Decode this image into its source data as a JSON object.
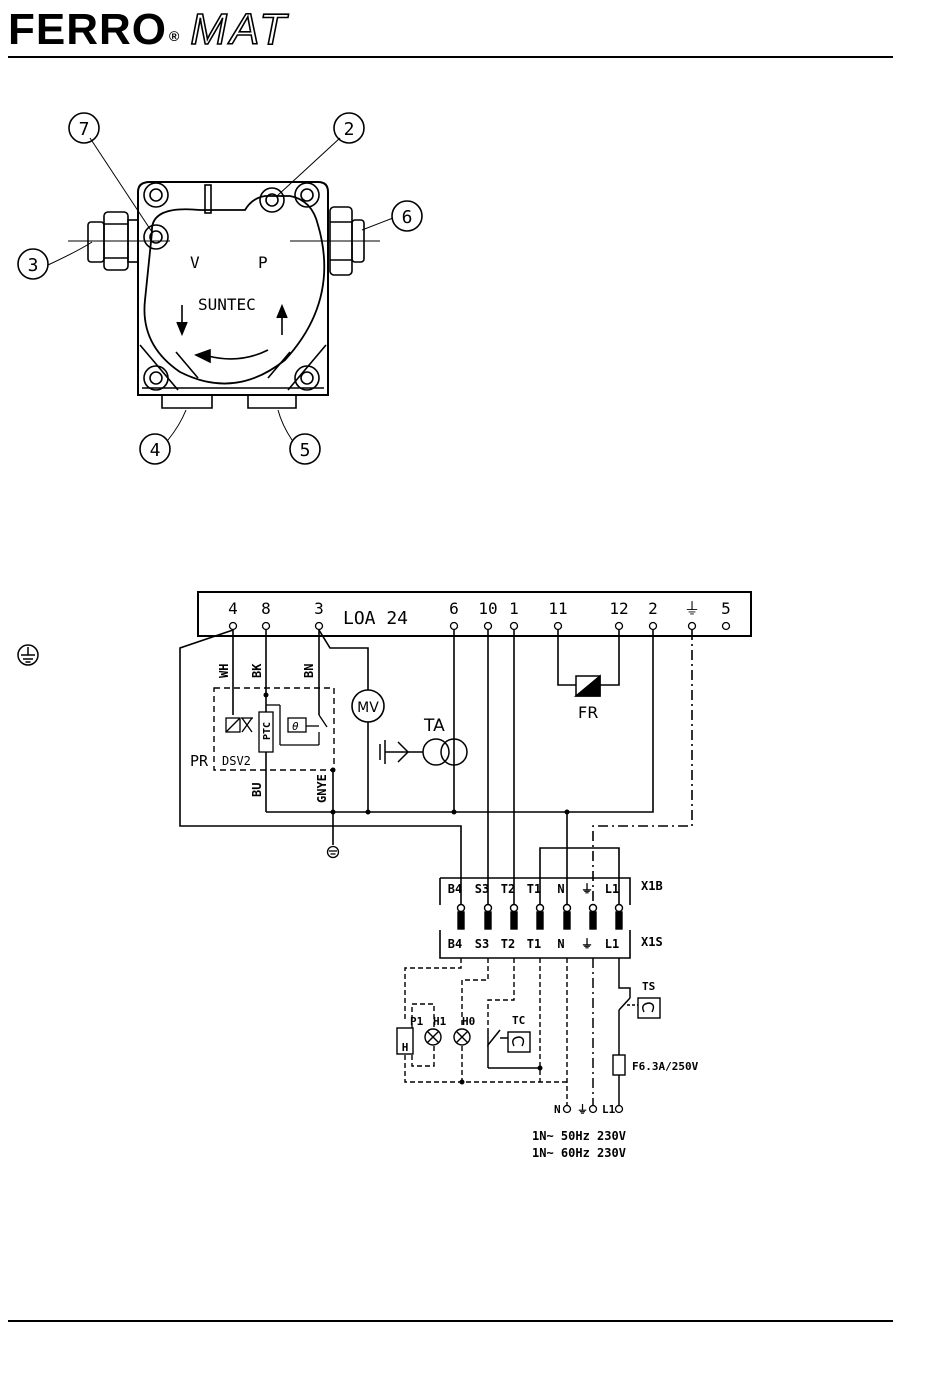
{
  "header": {
    "brand": "FERRO",
    "reg_mark": "®",
    "model": "MAT"
  },
  "pump": {
    "callouts": [
      "7",
      "2",
      "6",
      "3",
      "4",
      "5"
    ],
    "port_v": "V",
    "port_p": "P",
    "maker": "SUNTEC"
  },
  "wiring": {
    "controller": "LOA 24",
    "terminals_top": [
      "4",
      "8",
      "3",
      "6",
      "10",
      "1",
      "11",
      "12",
      "2",
      "⏚",
      "5"
    ],
    "wire_colors": [
      "WH",
      "BK",
      "BN",
      "BU",
      "GNYE"
    ],
    "pr": "PR",
    "dsv": "DSV2",
    "ptc": "PTC",
    "theta": "θ",
    "mv": "MV",
    "ta": "TA",
    "fr": "FR",
    "connector_labels": [
      "B4",
      "S3",
      "T2",
      "T1",
      "N",
      "⏚",
      "L1"
    ],
    "x1b": "X1B",
    "x1s": "X1S",
    "p1": "P1",
    "h_box": "H",
    "h1": "H1",
    "h0": "H0",
    "tc": "TC",
    "ts": "TS",
    "fuse": "F6.3A/250V",
    "supply_n": "N",
    "supply_pe": "⏚",
    "supply_l1": "L1",
    "supply_50": "1N~ 50Hz 230V",
    "supply_60": "1N~ 60Hz 230V"
  }
}
